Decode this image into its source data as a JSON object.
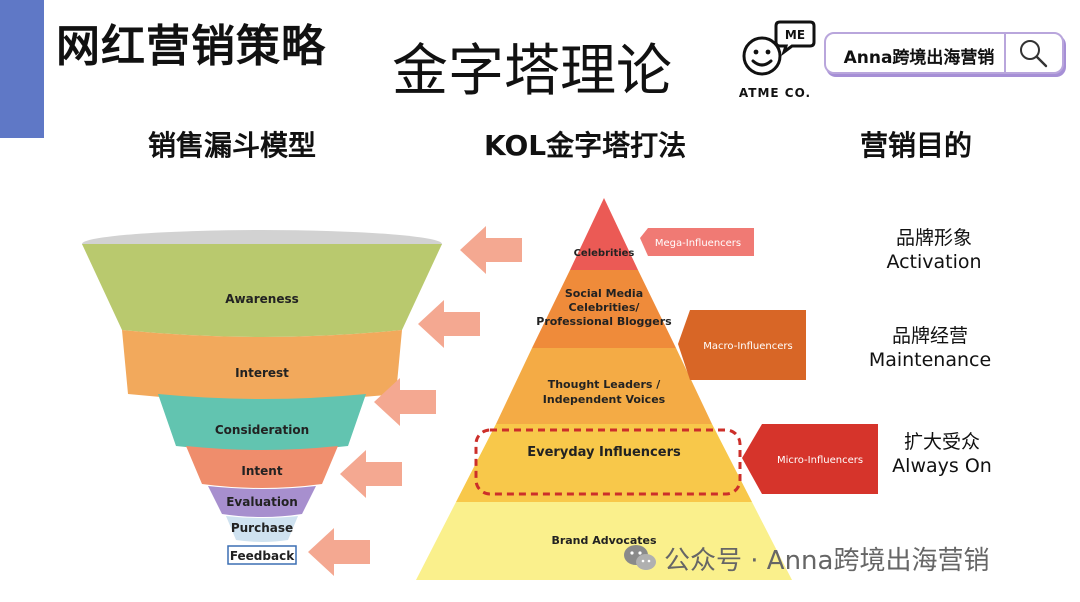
{
  "header": {
    "title": "网红营销策略",
    "subtitle": "金字塔理论",
    "accent_color": "#5f78c6",
    "brand_tag": "Anna跨境出海营销",
    "logo_text": "ATME CO.",
    "logo_bubble_text": "ME"
  },
  "columns": {
    "funnel_title": "销售漏斗模型",
    "pyramid_title": "KOL金字塔打法",
    "goal_title": "营销目的"
  },
  "funnel": {
    "stages": [
      {
        "label": "Awareness",
        "color": "#b9c96e"
      },
      {
        "label": "Interest",
        "color": "#f2a95c"
      },
      {
        "label": "Consideration",
        "color": "#62c4b0"
      },
      {
        "label": "Intent",
        "color": "#ef8d6c"
      },
      {
        "label": "Evaluation",
        "color": "#a78fce"
      },
      {
        "label": "Purchase",
        "color": "#cfe2f0"
      },
      {
        "label": "Feedback",
        "color": "#ffffff"
      }
    ]
  },
  "pyramid": {
    "tiers": [
      {
        "label": "Celebrities",
        "color": "#eb5a55"
      },
      {
        "label": "Social Media Celebrities/ Professional Bloggers",
        "lines": [
          "Social Media",
          "Celebrities/",
          "Professional Bloggers"
        ],
        "color": "#ef8b3a"
      },
      {
        "label": "Thought Leaders / Independent Voices",
        "lines": [
          "Thought Leaders /",
          "Independent Voices"
        ],
        "color": "#f4ab45"
      },
      {
        "label": "Everyday Influencers",
        "color": "#f8c84a"
      },
      {
        "label": "Brand Advocates",
        "color": "#faf08c"
      }
    ],
    "influencer_tags": [
      {
        "label": "Mega-Influencers",
        "color": "#f07a74"
      },
      {
        "label": "Macro-Influencers",
        "color": "#d86626"
      },
      {
        "label": "Micro-Influencers",
        "color": "#d6342b"
      }
    ],
    "arrow_color": "#f4a891"
  },
  "goals": [
    {
      "zh": "品牌形象",
      "en": "Activation"
    },
    {
      "zh": "品牌经营",
      "en": "Maintenance"
    },
    {
      "zh": "扩大受众",
      "en": "Always On"
    }
  ],
  "watermark": "公众号 · Anna跨境出海营销"
}
